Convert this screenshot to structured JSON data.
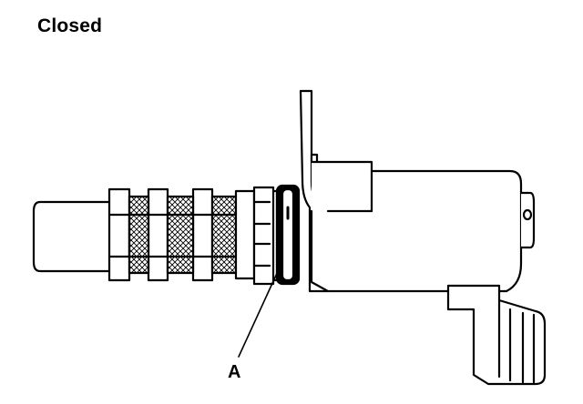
{
  "diagram": {
    "title": "Closed",
    "callouts": [
      {
        "label": "A",
        "target": "o-ring"
      }
    ],
    "parts": [
      "filter-screen",
      "o-ring",
      "mounting-bracket",
      "solenoid-body",
      "connector"
    ]
  },
  "colors": {
    "line": "#000000",
    "background": "#ffffff"
  }
}
